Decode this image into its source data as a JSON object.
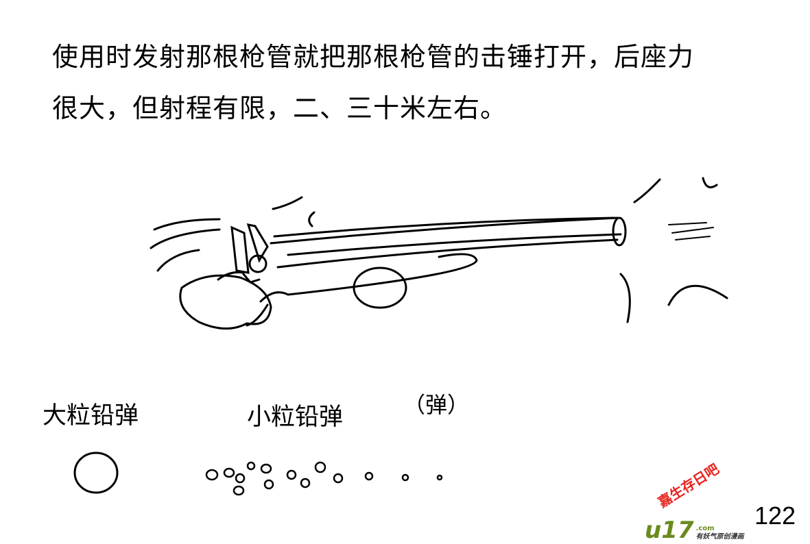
{
  "caption": {
    "line1": "使用时发射那根枪管就把那根枪管的击锤打开，后座力",
    "line2": "很大，但射程有限，二、三十米左右。"
  },
  "labels": {
    "large_shot": "大粒铅弹",
    "small_shot": "小粒铅弹",
    "bullet": "（弹）"
  },
  "page_number": "122",
  "watermark": {
    "logo": "u17",
    "domain": ".com",
    "slogan": "有妖气原创漫画",
    "stamp": "嘉生存日吧",
    "logo_color": "#6a8a1e",
    "stamp_color": "#e8231e"
  }
}
